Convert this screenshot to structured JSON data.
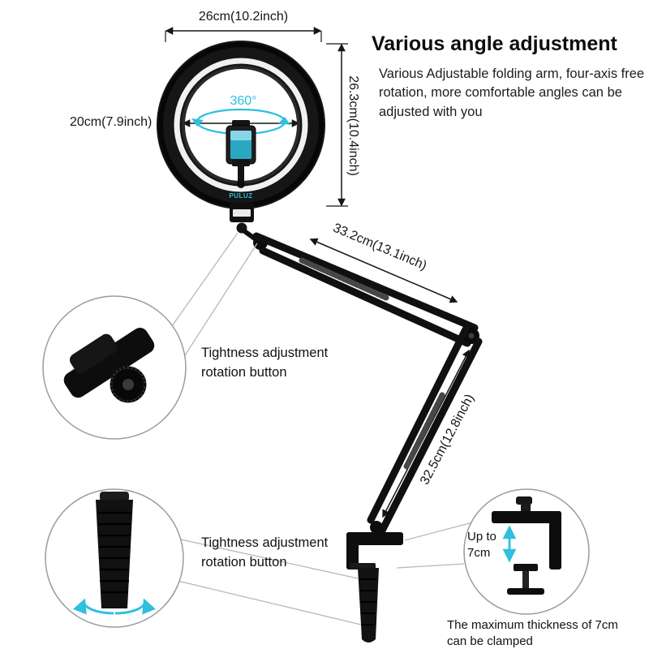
{
  "header": {
    "title": "Various angle adjustment",
    "description": "Various Adjustable folding arm, four-axis free rotation, more comfortable angles can be adjusted with you"
  },
  "ring_light": {
    "brand": "PULUZ",
    "outer_diameter": "26cm(10.2inch)",
    "inner_diameter": "20cm(7.9inch)",
    "height": "26.3cm(10.4inch)",
    "rotation": "360°"
  },
  "arm": {
    "upper_length": "33.2cm(13.1inch)",
    "lower_length": "32.5cm(12.8inch)"
  },
  "callouts": {
    "upper_knob_label": "Tightness adjustment rotation button",
    "handle_label": "Tightness adjustment rotation button",
    "clamp_range": "Up to 7cm",
    "clamp_note": "The maximum thickness of 7cm can be clamped"
  },
  "colors": {
    "accent": "#2fbfdf",
    "product_black": "#111111",
    "text": "#141414"
  }
}
